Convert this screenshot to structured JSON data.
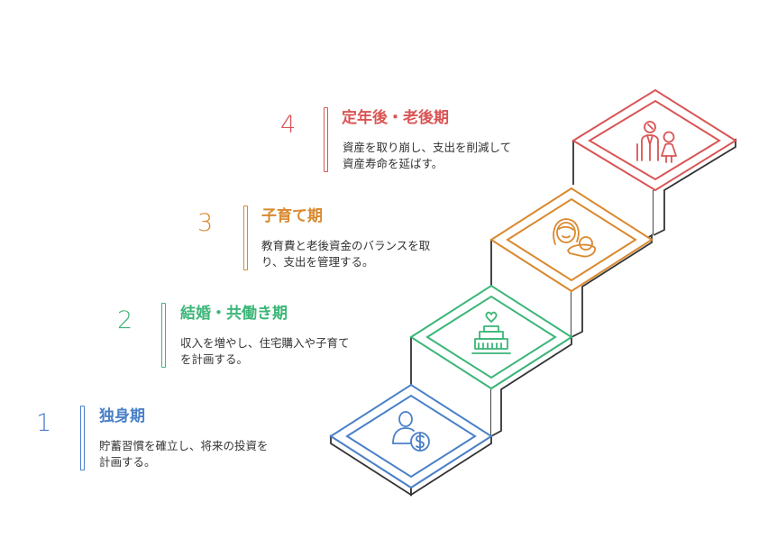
{
  "stages": [
    {
      "number": "1",
      "title": "独身期",
      "desc_line1": "貯蓄習慣を確立し、将来の投資を",
      "desc_line2": "計画する。",
      "color": "#4a80c8",
      "icon": "person-dollar-icon"
    },
    {
      "number": "2",
      "title": "結婚・共働き期",
      "desc_line1": "収入を増やし、住宅購入や子育て",
      "desc_line2": "を計画する。",
      "color": "#3cb678",
      "icon": "wedding-cake-icon"
    },
    {
      "number": "3",
      "title": "子育て期",
      "desc_line1": "教育費と老後資金のバランスを取",
      "desc_line2": "り、支出を管理する。",
      "color": "#d9892e",
      "icon": "mother-baby-icon"
    },
    {
      "number": "4",
      "title": "定年後・老後期",
      "desc_line1": "資産を取り崩し、支出を削減して",
      "desc_line2": "資産寿命を延ばす。",
      "color": "#d95555",
      "icon": "elderly-couple-icon"
    }
  ],
  "colors": {
    "outline": "#333333",
    "background": "#ffffff"
  }
}
